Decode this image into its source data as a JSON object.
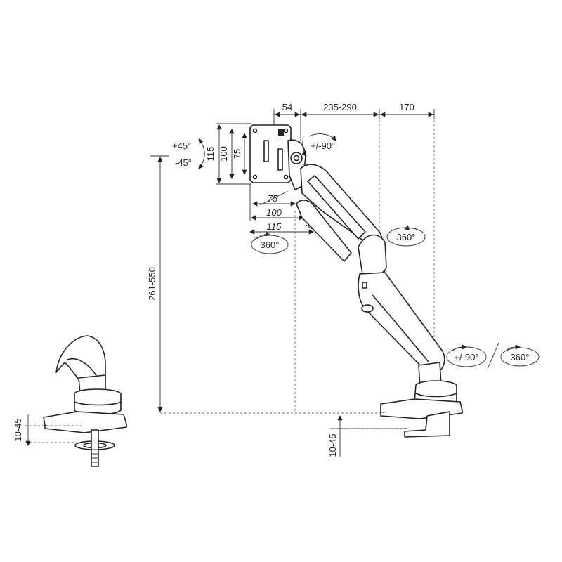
{
  "dimensions": {
    "top_offset": "54",
    "arm_reach": "235-290",
    "rear_depth": "170",
    "height_range": "261-550",
    "clamp_thickness_left": "10-45",
    "clamp_thickness_right": "10-45",
    "vesa_h_outer": "115",
    "vesa_h_mid": "100",
    "vesa_h_inner": "75",
    "vesa_w_inner": "75",
    "vesa_w_mid": "100",
    "vesa_w_outer": "115"
  },
  "rotations": {
    "tilt_up": "+45°",
    "tilt_down": "-45°",
    "head_rotate": "+/-90°",
    "vesa_swivel": "360°",
    "elbow_swivel": "360°",
    "base_rotate": "+/-90°",
    "base_swivel": "360°"
  },
  "colors": {
    "line": "#222222",
    "background": "#ffffff"
  }
}
